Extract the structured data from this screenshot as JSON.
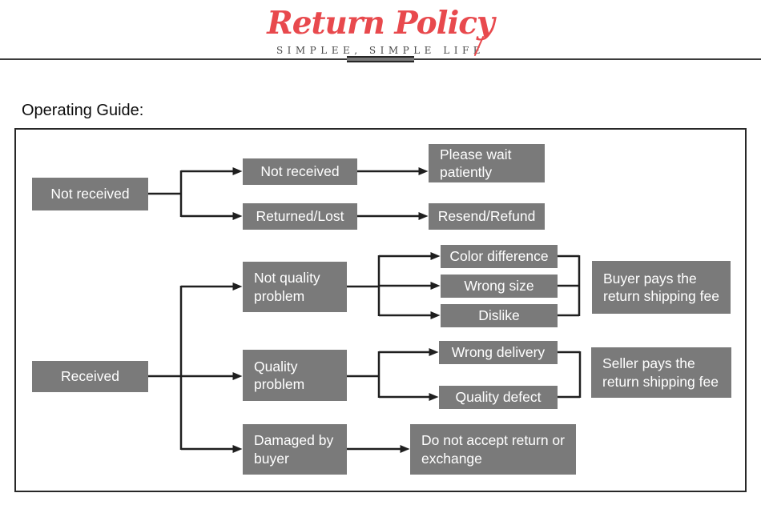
{
  "header": {
    "title": "Return Policy",
    "subtitle": "SIMPLEE, SIMPLE LIFE"
  },
  "section": {
    "heading": "Operating Guide:"
  },
  "colors": {
    "accent_red": "#e8494d",
    "box_gray": "#7a7a7a",
    "line_black": "#1f1f1f"
  },
  "flowchart": {
    "nodes": {
      "not_received_parent": "Not received",
      "not_received_case": "Not received",
      "returned_lost": "Returned/Lost",
      "please_wait": "Please wait patiently",
      "resend_refund": "Resend/Refund",
      "received": "Received",
      "not_quality_problem": "Not quality problem",
      "quality_problem": "Quality problem",
      "damaged_by_buyer": "Damaged by buyer",
      "color_difference": "Color difference",
      "wrong_size": "Wrong size",
      "dislike": "Dislike",
      "wrong_delivery": "Wrong delivery",
      "quality_defect": "Quality defect",
      "do_not_accept": "Do not accept return or exchange",
      "buyer_pays": "Buyer pays the return shipping fee",
      "seller_pays": "Seller pays the return shipping fee"
    },
    "edges": [
      {
        "from": "Not received",
        "to": "Not received"
      },
      {
        "from": "Not received",
        "to": "Returned/Lost"
      },
      {
        "from": "Not received (case)",
        "to": "Please wait patiently"
      },
      {
        "from": "Returned/Lost",
        "to": "Resend/Refund"
      },
      {
        "from": "Received",
        "to": "Not quality problem"
      },
      {
        "from": "Received",
        "to": "Quality problem"
      },
      {
        "from": "Received",
        "to": "Damaged by buyer"
      },
      {
        "from": "Not quality problem",
        "to": "Color difference"
      },
      {
        "from": "Not quality problem",
        "to": "Wrong size"
      },
      {
        "from": "Not quality problem",
        "to": "Dislike"
      },
      {
        "from": "Color difference / Wrong size / Dislike",
        "to": "Buyer pays the return shipping fee"
      },
      {
        "from": "Quality problem",
        "to": "Wrong delivery"
      },
      {
        "from": "Quality problem",
        "to": "Quality defect"
      },
      {
        "from": "Wrong delivery / Quality defect",
        "to": "Seller pays the return shipping fee"
      },
      {
        "from": "Damaged by buyer",
        "to": "Do not accept return or exchange"
      }
    ]
  }
}
